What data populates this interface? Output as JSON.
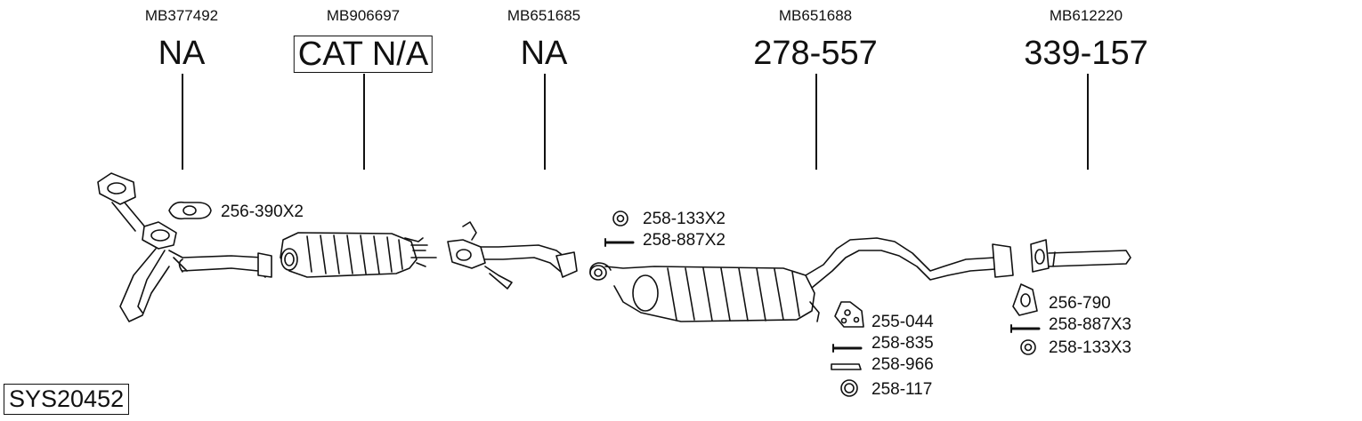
{
  "system_code": "SYS20452",
  "columns": [
    {
      "oem": "MB377492",
      "ref": "NA",
      "boxed": false
    },
    {
      "oem": "MB906697",
      "ref": "CAT N/A",
      "boxed": true
    },
    {
      "oem": "MB651685",
      "ref": "NA",
      "boxed": false
    },
    {
      "oem": "MB651688",
      "ref": "278-557",
      "boxed": false
    },
    {
      "oem": "MB612220",
      "ref": "339-157",
      "boxed": false
    }
  ],
  "fittings": [
    {
      "label": "256-390X2",
      "icon": "flange-gasket-icon"
    },
    {
      "label": "258-133X2",
      "icon": "nut-icon"
    },
    {
      "label": "258-887X2",
      "icon": "bolt-icon"
    },
    {
      "label": "255-044",
      "icon": "rubber-mount-icon"
    },
    {
      "label": "258-835",
      "icon": "bolt-icon"
    },
    {
      "label": "258-966",
      "icon": "sleeve-icon"
    },
    {
      "label": "258-117",
      "icon": "ring-icon"
    },
    {
      "label": "256-790",
      "icon": "flange-gasket-icon"
    },
    {
      "label": "258-887X3",
      "icon": "bolt-icon"
    },
    {
      "label": "258-133X3",
      "icon": "nut-icon"
    }
  ]
}
